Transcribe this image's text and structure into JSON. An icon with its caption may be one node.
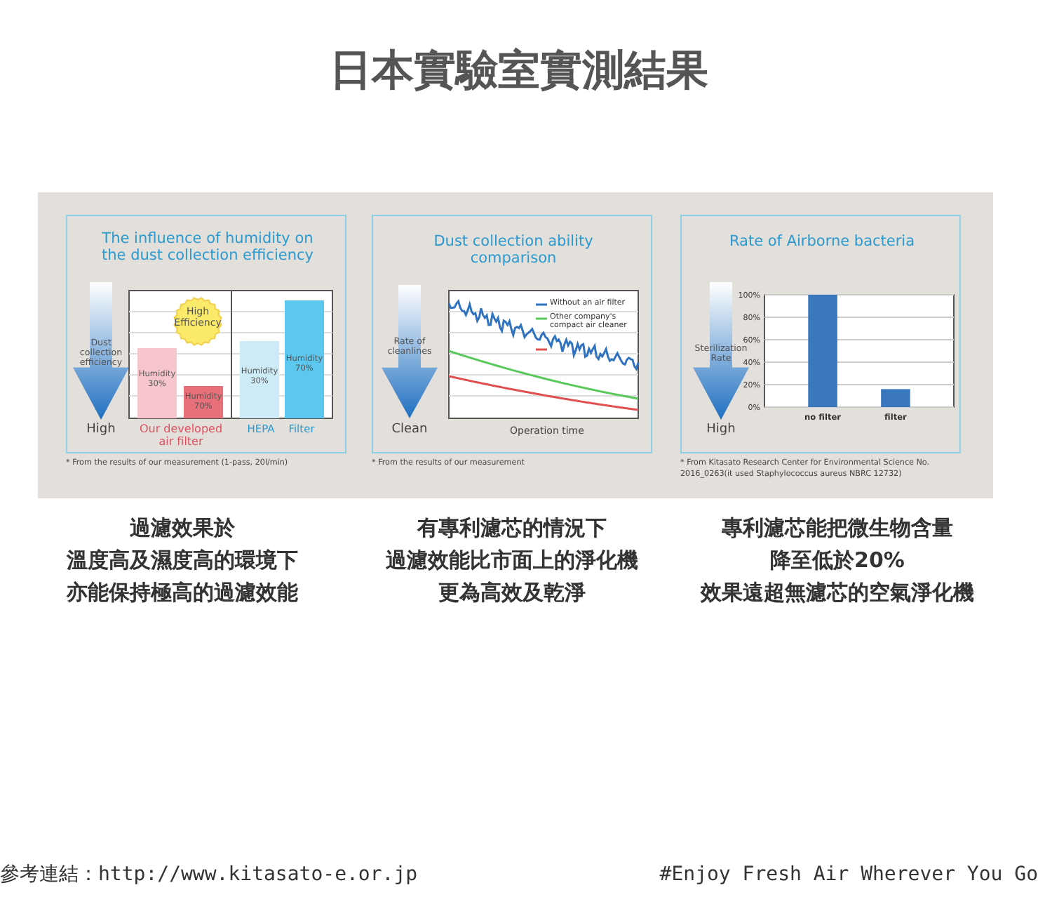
{
  "diagram": {
    "title": "日本實驗室實測結果",
    "nodes": [
      {
        "text": [
          "The influence of humidity on the dust collection efficiency"
        ],
        "beside": [
          "* From the results of our measurement (1-pass, 20l/min)"
        ]
      },
      {
        "text": [
          "Dust collection ability comparison"
        ],
        "beside": [
          "* From the results of our measurement"
        ]
      },
      {
        "text": [
          "Rate of Airborne bacteria"
        ],
        "beside": [
          "* From  Kitasato Research Center for Environmental Science No. 2016_0263(it used Staphylococcus aureus NBRC 12732)"
        ]
      }
    ],
    "labels": [
      "High Efficiency",
      "Dust collection efficiency",
      "Humidity 30%",
      "Humidity 70%",
      "Humidity 30%",
      "Humidity 70%",
      "High",
      "Our developed air filter",
      "HEPA",
      "Filter",
      "Rate of cleanlines",
      "Clean",
      "Operation time",
      "Sterilization Rate",
      "High",
      "過濾效果於",
      "有專利濾芯的情況下",
      "專利濾芯能把微生物含量",
      "溫度高及濕度高的環境下",
      "過濾效能比市面上的淨化機",
      "降至低於20%",
      "亦能保持極高的過濾效能",
      "更為高效及乾淨",
      "效果遠超無濾芯的空氣淨化機",
      "參考連結：http://www.kitasato-e.or.jp",
      "#Enjoy Fresh Air Wherever You Go"
    ],
    "legend": [
      {
        "text": "Without an air filter"
      },
      {
        "text": "Other company's compact air cleaner"
      }
    ],
    "chart_data": {
      "type": "bar",
      "categories": [
        "no filter",
        "filter"
      ],
      "values": [
        100,
        16
      ],
      "ylim": [
        0,
        100
      ],
      "grid": true,
      "yticks": [
        {
          "value": 0,
          "label": "0%"
        },
        {
          "value": 20,
          "label": "20%"
        },
        {
          "value": 40,
          "label": "40%"
        },
        {
          "value": 60,
          "label": "60%"
        },
        {
          "value": 80,
          "label": "80%"
        },
        {
          "value": 100,
          "label": "100%"
        }
      ]
    }
  }
}
